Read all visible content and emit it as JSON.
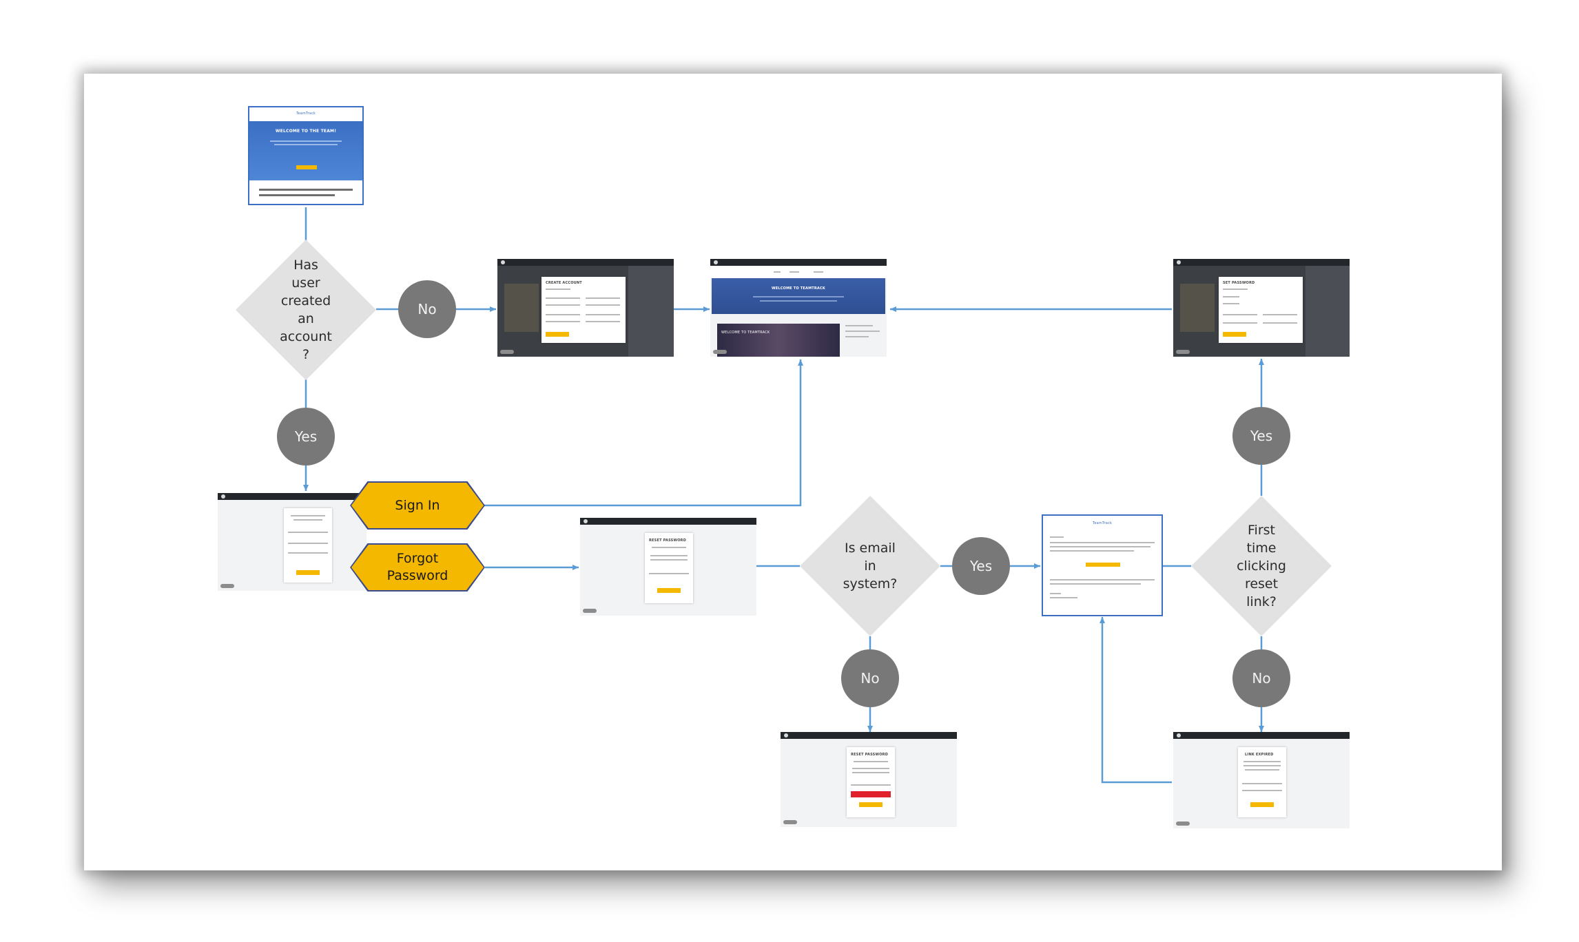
{
  "decisions": {
    "has_account": "Has\nuser\ncreated\nan\naccount\n?",
    "email_in_system": "Is email\nin\nsystem?",
    "first_time_reset": "First\ntime\nclicking\nreset\nlink?"
  },
  "answers": {
    "account_no": "No",
    "account_yes": "Yes",
    "email_yes": "Yes",
    "email_no": "No",
    "reset_yes": "Yes",
    "reset_no": "No"
  },
  "actions": {
    "sign_in": "Sign In",
    "forgot_password": "Forgot\nPassword"
  },
  "screens": {
    "welcome_email": {
      "logo": "TeamTrack",
      "headline": "WELCOME TO THE TEAM!"
    },
    "create_account": {
      "title": "CREATE ACCOUNT"
    },
    "dashboard": {
      "banner": "WELCOME TO TEAMTRACK",
      "sub": "WELCOME TO TEAMTRACK"
    },
    "reset_password_form": {
      "title": "RESET PASSWORD"
    },
    "reset_password_error": {
      "title": "RESET PASSWORD"
    },
    "reset_email": {
      "logo": "TeamTrack"
    },
    "set_password": {
      "title": "SET PASSWORD"
    },
    "link_expired": {
      "title": "LINK EXPIRED"
    }
  },
  "colors": {
    "connector": "#5b9bd5",
    "decision_fill": "#e2e2e2",
    "answer_circle": "#787878",
    "action_fill": "#f5b800",
    "action_border": "#3a4a8c",
    "email_blue": "#3b6fc4"
  }
}
